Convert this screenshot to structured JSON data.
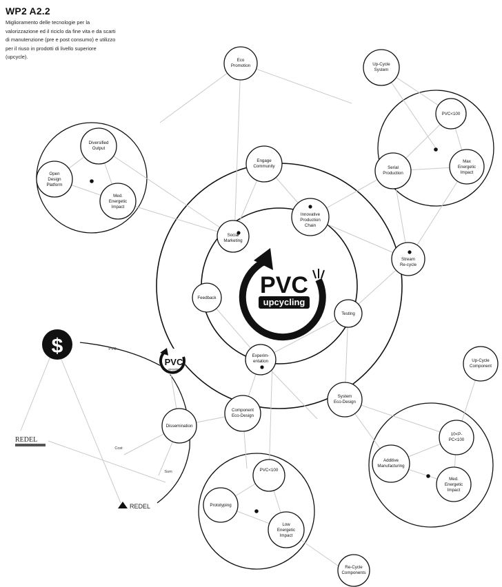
{
  "header": {
    "title": "WP2 A2.2",
    "description": "Miglioramento delle tecnologie per la valorizzazione ed il riciclo da fine vita e da scarti di manutenzione (pre e post consumo) e utilizzo per il riuso in prodotti di livello superiore (upcycle)."
  },
  "center": {
    "main": "PVC",
    "sub": "upcycling"
  },
  "small_logo": {
    "main": "PVC",
    "sub": "upcycling"
  },
  "logos": {
    "redel": "REDEL",
    "redel_bottom": "REDEL",
    "dollar": "$"
  },
  "nodes": {
    "eco_promotion": [
      "Eco",
      "Promotion"
    ],
    "upcycle_system": [
      "Up-Cycle",
      "System"
    ],
    "diversified_output": [
      "Diversified",
      "Output"
    ],
    "open_design_platform": [
      "Open",
      "Design",
      "Platform"
    ],
    "med_energetic_impact_left": [
      "Med.",
      "Energetic",
      "Impact"
    ],
    "engage_community": [
      "Engage",
      "Community"
    ],
    "pvc_100_top": [
      "PVC<100"
    ],
    "serial_production": [
      "Serial",
      "Production"
    ],
    "max_energetic_impact": [
      "Max",
      "Energetic",
      "Impact"
    ],
    "innovative_production_chain": [
      "Innovative",
      "Production",
      "Chain"
    ],
    "social_marketing": [
      "Social",
      "Marketing"
    ],
    "stream_recycle": [
      "Stream",
      "Re-cycle"
    ],
    "feedback": [
      "Feedback"
    ],
    "testing": [
      "Testing"
    ],
    "experimentation": [
      "Experim-",
      "entation"
    ],
    "component_eco_design": [
      "Component",
      "Eco-Design"
    ],
    "system_eco_design": [
      "System",
      "Eco-Design"
    ],
    "upcycle_component_right": [
      "Up-Cycle",
      "Component"
    ],
    "pvc_range_right": [
      "10<P-",
      "PC<100"
    ],
    "additive_manufacturing": [
      "Additive",
      "Manufacturing"
    ],
    "med_energetic_impact_right": [
      "Med.",
      "Energetic",
      "Impact"
    ],
    "dissemination": [
      "Dissemination"
    ],
    "pvc_100_bottom": [
      "PVC<100"
    ],
    "prototyping": [
      "Prototyping"
    ],
    "low_energetic_impact": [
      "Low",
      "Energetic",
      "Impact"
    ],
    "recycle_components": [
      "Re-Cycle",
      "Components"
    ]
  },
  "edge_labels": {
    "pvc": "PVC",
    "cost": "Cost",
    "sum": "Sum"
  },
  "colors": {
    "ink": "#111111",
    "link": "#c9c9c9",
    "background": "#ffffff"
  }
}
